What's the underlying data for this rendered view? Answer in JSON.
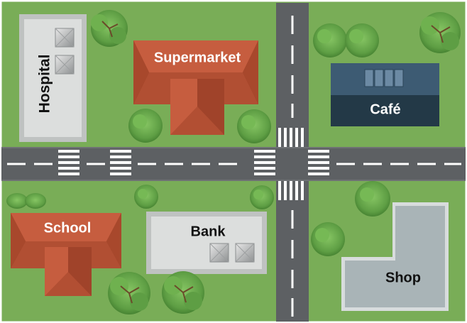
{
  "map": {
    "colors": {
      "grass": "#79ad57",
      "road": "#5d6063",
      "road_edge": "#6b6e71",
      "lane_marking": "#ffffff",
      "roof_red": "#c65d3f",
      "roof_dark_red": "#8f3a22",
      "flat_roof": "#dcdedd",
      "flat_roof_border": "#bfc2c1",
      "cafe_top": "#3d5b73",
      "cafe_bottom": "#233947",
      "shop_roof": "#a9b4b7",
      "tree_green": "#5e9e44",
      "tree_dark": "#3f7a2c"
    },
    "buildings": {
      "hospital": "Hospital",
      "supermarket": "Supermarket",
      "cafe": "Café",
      "school": "School",
      "bank": "Bank",
      "shop": "Shop"
    }
  }
}
